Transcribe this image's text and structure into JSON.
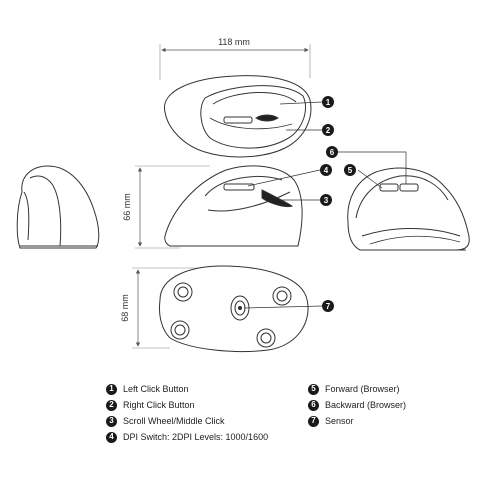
{
  "dimensions": {
    "width": "118 mm",
    "height": "66 mm",
    "depth": "68 mm"
  },
  "callouts": [
    "1",
    "2",
    "3",
    "4",
    "5",
    "6",
    "7"
  ],
  "legend": [
    {
      "num": "1",
      "label": "Left Click Button"
    },
    {
      "num": "2",
      "label": "Right Click Button"
    },
    {
      "num": "3",
      "label": "Scroll Wheel/Middle Click"
    },
    {
      "num": "4",
      "label": "DPI Switch: 2DPI Levels: 1000/1600"
    },
    {
      "num": "5",
      "label": "Forward (Browser)"
    },
    {
      "num": "6",
      "label": "Backward (Browser)"
    },
    {
      "num": "7",
      "label": "Sensor"
    }
  ],
  "colors": {
    "line": "#333333",
    "callout": "#1a1a1a",
    "dimension": "#555555"
  }
}
